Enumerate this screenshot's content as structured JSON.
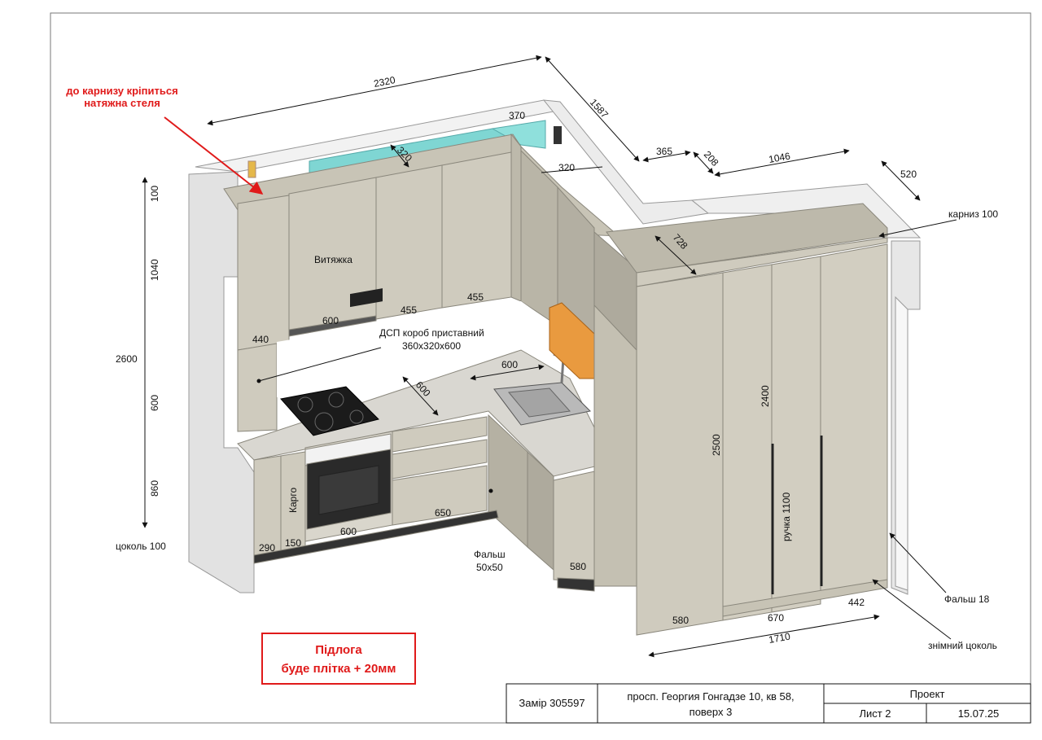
{
  "notes": {
    "ceiling_line1": "до карнизу кріпиться",
    "ceiling_line2": "натяжна стеля",
    "floor_line1": "Підлога",
    "floor_line2": "буде плітка + 20мм"
  },
  "dims_top": {
    "w2320": "2320",
    "d370": "370",
    "d320a": "320",
    "d1587": "1587",
    "d320b": "320",
    "d365": "365",
    "d208": "208",
    "d1046": "1046",
    "d520": "520",
    "d728": "728",
    "karniz": "карниз 100"
  },
  "dims_left": {
    "h100": "100",
    "h1040": "1040",
    "h2600": "2600",
    "h600": "600",
    "h860": "860",
    "tsokol": "цоколь 100"
  },
  "labels": {
    "hood": "Витяжка",
    "u600": "600",
    "u455a": "455",
    "u455b": "455",
    "u440": "440",
    "box_line1": "ДСП короб приставний",
    "box_line2": "360x320x600",
    "sink600": "600",
    "counter600": "600",
    "cargo": "Карго",
    "b290": "290",
    "b150": "150",
    "b600": "600",
    "b650": "650",
    "falsh_line1": "Фальш",
    "falsh_line2": "50x50",
    "b580a": "580",
    "t2500": "2500",
    "t2400": "2400",
    "handle": "ручка 1100",
    "t580": "580",
    "t670": "670",
    "t442": "442",
    "t1710": "1710",
    "falsh18": "Фальш 18",
    "removable_plinth": "знімний цоколь"
  },
  "title_block": {
    "zamir": "Замір 305597",
    "address_line1": "просп. Георгия Гонгадзе 10, кв 58,",
    "address_line2": "поверх 3",
    "project": "Проект",
    "sheet": "Лист 2",
    "date": "15.07.25"
  },
  "colors": {
    "cabinet": "#cfcbbe",
    "cabinet_dark": "#b3afa2",
    "counter": "#d8d6d0",
    "wall": "#e6e6e6",
    "led": "#7fd6d3",
    "accent_orange": "#e99a3f",
    "note_red": "#e01a1a"
  }
}
